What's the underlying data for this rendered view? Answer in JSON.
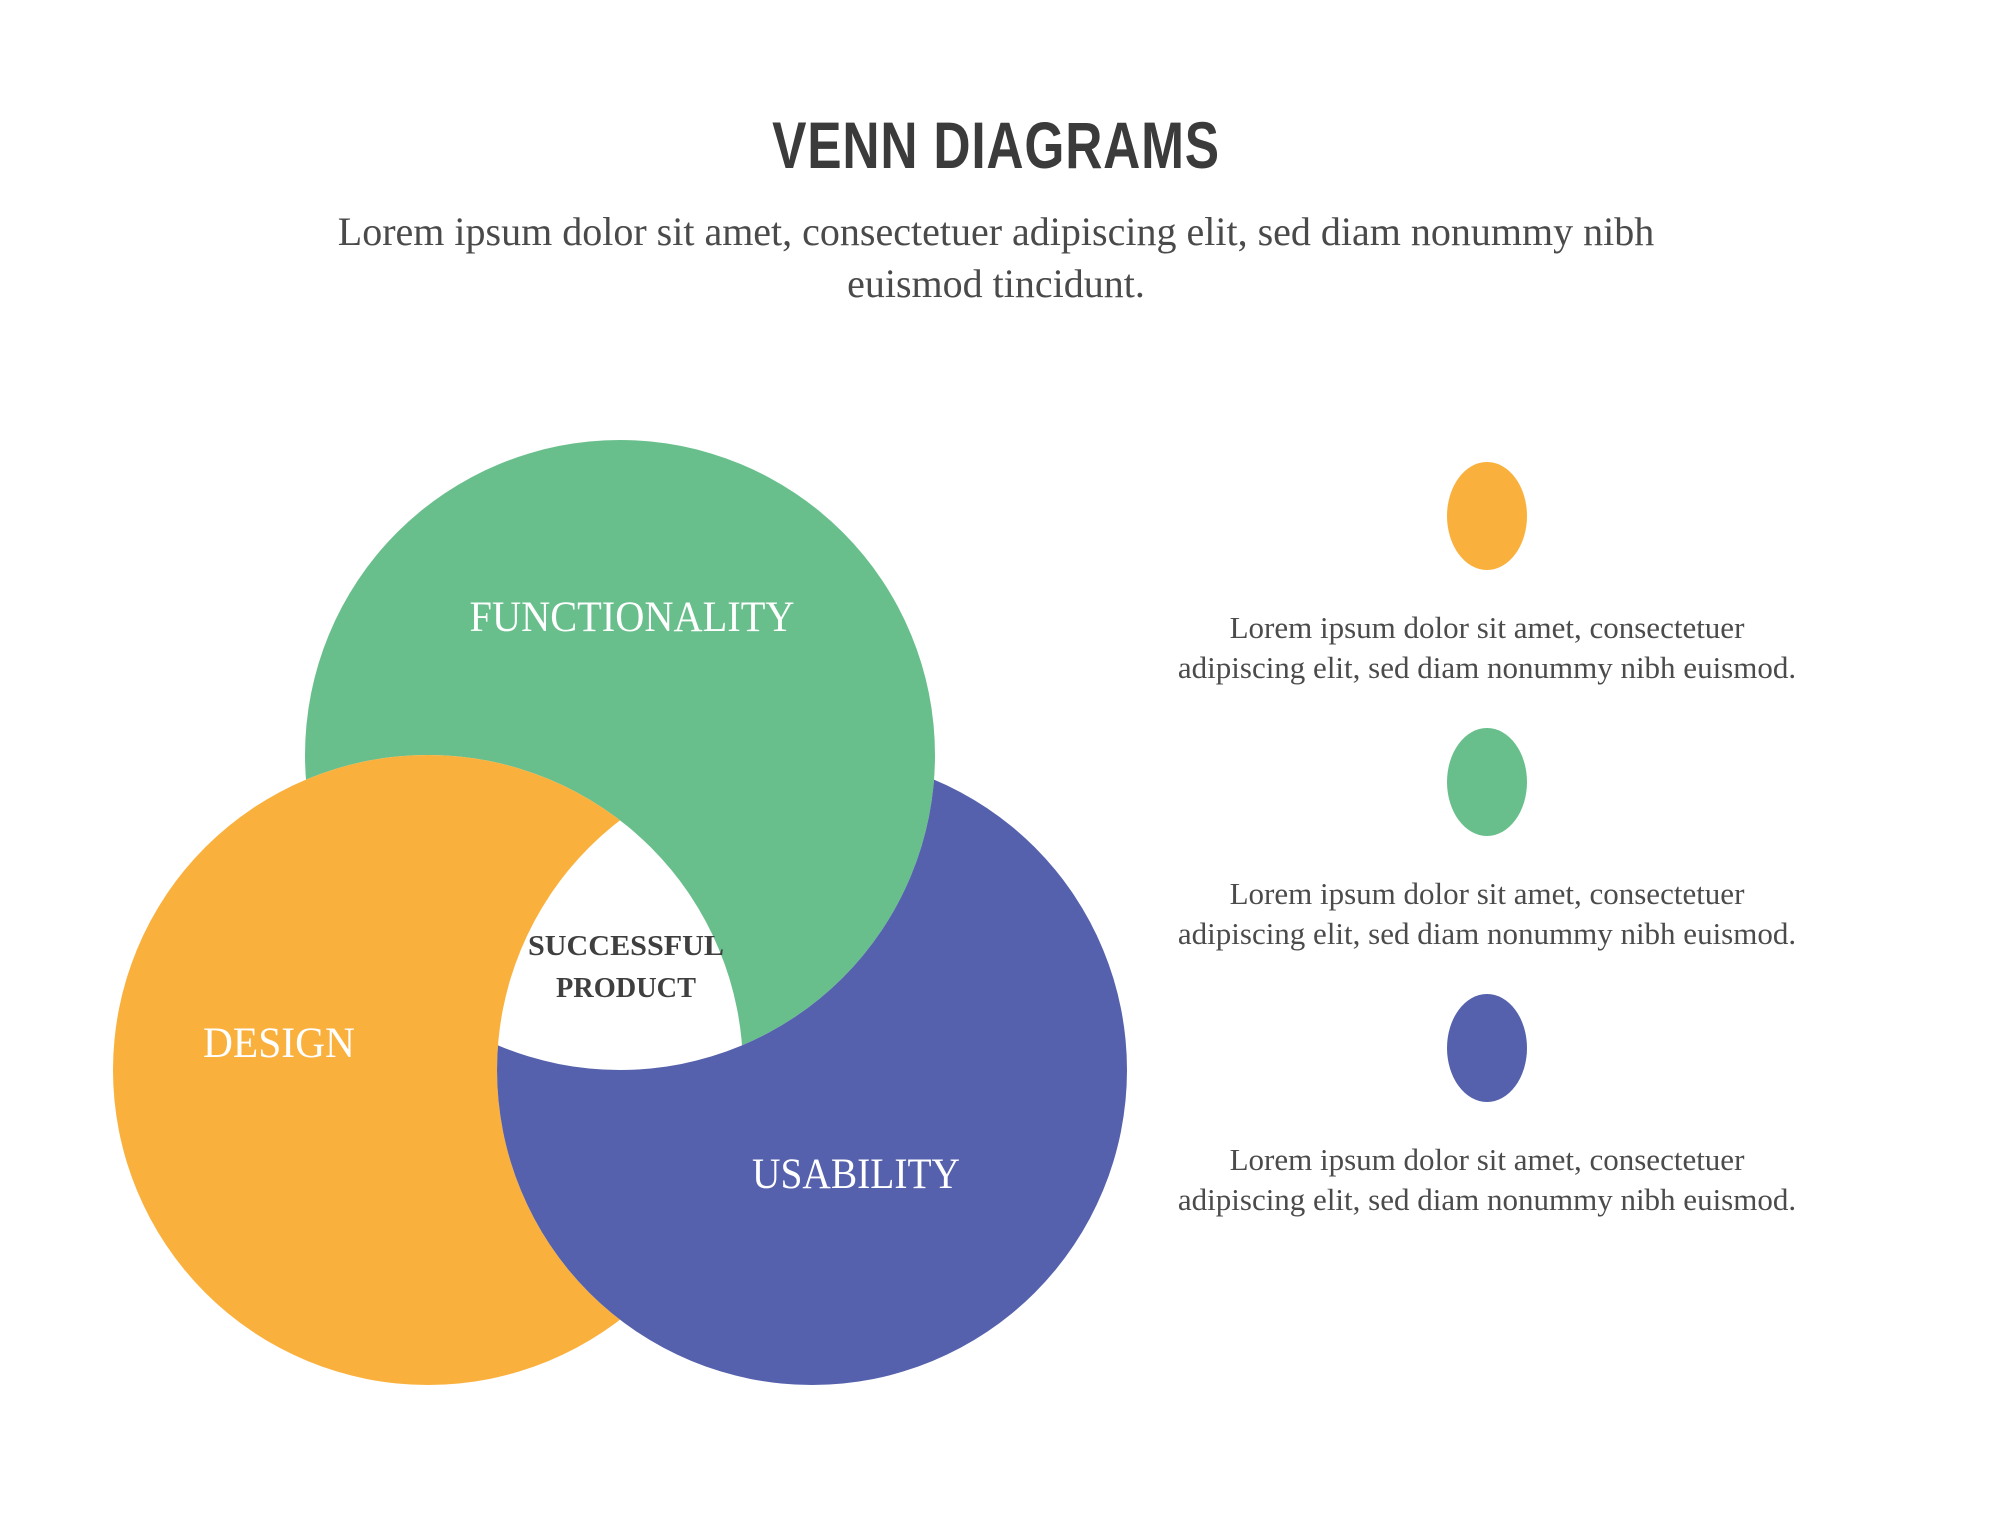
{
  "header": {
    "title": "VENN DIAGRAMS",
    "subtitle": "Lorem ipsum dolor sit amet, consectetuer adipiscing elit, sed diam nonummy nibh euismod tincidunt."
  },
  "venn": {
    "circles": [
      {
        "id": "functionality",
        "label": "FUNCTIONALITY",
        "color": "#69BF8C"
      },
      {
        "id": "design",
        "label": "DESIGN",
        "color": "#FAB03C"
      },
      {
        "id": "usability",
        "label": "USABILITY",
        "color": "#5561AC"
      }
    ],
    "center_label": {
      "line1": "SUCCESSFUL",
      "line2": "PRODUCT"
    }
  },
  "legend": {
    "items": [
      {
        "id": "design",
        "color": "#FAB03C",
        "text": "Lorem ipsum dolor sit amet, consectetuer adipiscing elit, sed diam nonummy nibh euismod."
      },
      {
        "id": "functionality",
        "color": "#69BF8C",
        "text": "Lorem ipsum dolor sit amet, consectetuer adipiscing elit, sed diam nonummy nibh euismod."
      },
      {
        "id": "usability",
        "color": "#5561AC",
        "text": "Lorem ipsum dolor sit amet, consectetuer adipiscing elit, sed diam nonummy nibh euismod."
      }
    ]
  }
}
